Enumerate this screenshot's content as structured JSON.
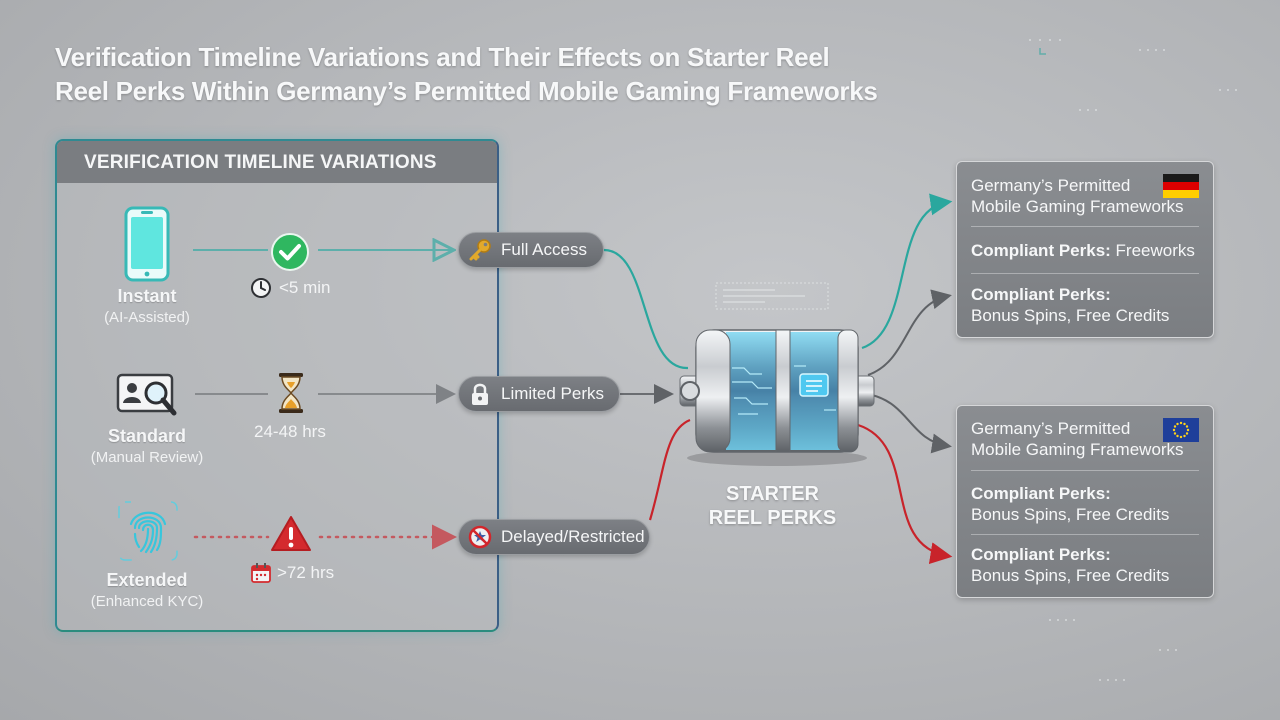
{
  "title": {
    "line1": "Verification Timeline Variations and Their Effects on Starter Reel",
    "line2": "Reel Perks Within Germany’s Permitted Mobile Gaming Frameworks"
  },
  "panel": {
    "header": "VERIFICATION TIMELINE VARIATIONS",
    "rows": [
      {
        "name": "Instant",
        "sub": "(AI-Assisted)",
        "time": "<5 min",
        "status": "Full Access",
        "icon": "smartphone-icon",
        "status_icon": "key-icon",
        "badge_icon": "checkmark-icon",
        "time_icon": "clock-icon",
        "color": "#2aa79e"
      },
      {
        "name": "Standard",
        "sub": "(Manual Review)",
        "time": "24-48 hrs",
        "status": "Limited Perks",
        "icon": "id-search-icon",
        "status_icon": "lock-icon",
        "badge_icon": "hourglass-icon",
        "color": "#5f6266"
      },
      {
        "name": "Extended",
        "sub": "(Enhanced KYC)",
        "time": ">72 hrs",
        "status": "Delayed/Restricted",
        "icon": "fingerprint-icon",
        "status_icon": "prohibited-icon",
        "badge_icon": "warning-icon",
        "time_icon": "calendar-icon",
        "color": "#c8232a"
      }
    ]
  },
  "reel": {
    "label_line1": "STARTER",
    "label_line2": "REEL PERKS",
    "icon": "reel-cylinder-icon"
  },
  "frameworks": [
    {
      "title_line1": "Germany’s Permitted",
      "title_line2": "Mobile Gaming Frameworks",
      "flag": "germany-flag-icon",
      "perks": [
        {
          "label": "Compliant Perks:",
          "value": "Freeworks"
        },
        {
          "label": "Compliant Perks:",
          "value": "Bonus Spins, Free Credits"
        }
      ]
    },
    {
      "title_line1": "Germany’s Permitted",
      "title_line2": "Mobile Gaming Frameworks",
      "flag": "eu-flag-icon",
      "perks": [
        {
          "label": "Compliant Perks:",
          "value": "Bonus Spins, Free Credits"
        },
        {
          "label": "Compliant Perks:",
          "value": "Bonus Spins, Free Credits"
        }
      ]
    }
  ],
  "colors": {
    "teal": "#2aa79e",
    "gray": "#5f6266",
    "red": "#c8232a",
    "panel_border": "#2f8a92"
  }
}
